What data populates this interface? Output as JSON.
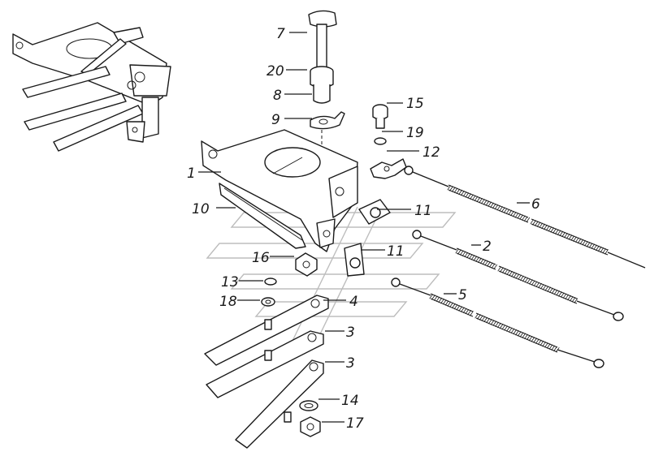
{
  "callouts": [
    {
      "id": "c7",
      "text": "7"
    },
    {
      "id": "c20",
      "text": "20"
    },
    {
      "id": "c8",
      "text": "8"
    },
    {
      "id": "c9",
      "text": "9"
    },
    {
      "id": "c15",
      "text": "15"
    },
    {
      "id": "c19",
      "text": "19"
    },
    {
      "id": "c12",
      "text": "12"
    },
    {
      "id": "c1",
      "text": "1"
    },
    {
      "id": "c10",
      "text": "10"
    },
    {
      "id": "c11a",
      "text": "11"
    },
    {
      "id": "c6",
      "text": "6"
    },
    {
      "id": "c2",
      "text": "2"
    },
    {
      "id": "c11b",
      "text": "11"
    },
    {
      "id": "c16",
      "text": "16"
    },
    {
      "id": "c13",
      "text": "13"
    },
    {
      "id": "c18",
      "text": "18"
    },
    {
      "id": "c4",
      "text": "4"
    },
    {
      "id": "c5",
      "text": "5"
    },
    {
      "id": "c3a",
      "text": "3"
    },
    {
      "id": "c3b",
      "text": "3"
    },
    {
      "id": "c14",
      "text": "14"
    },
    {
      "id": "c17",
      "text": "17"
    }
  ]
}
